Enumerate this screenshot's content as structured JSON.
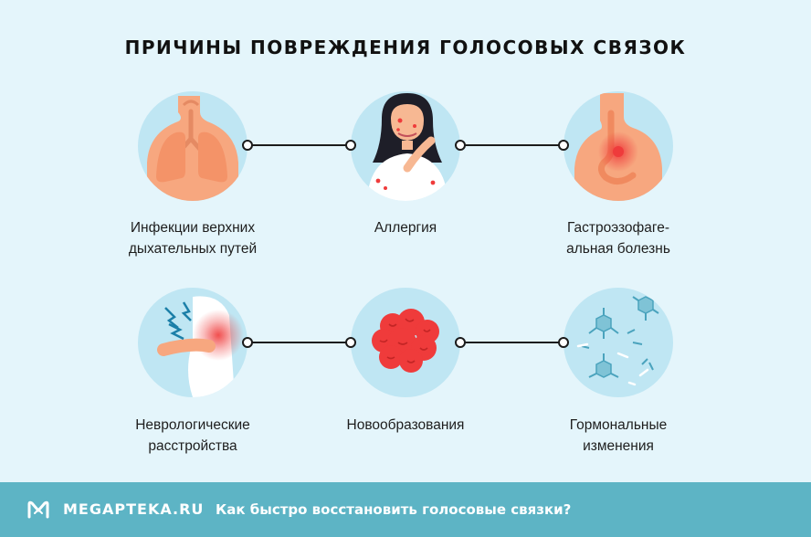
{
  "title": "ПРИЧИНЫ ПОВРЕЖДЕНИЯ ГОЛОСОВЫХ СВЯЗОК",
  "causes": [
    {
      "line1": "Инфекции верхних",
      "line2": "дыхательных путей",
      "icon": "lungs-icon"
    },
    {
      "line1": "Аллергия",
      "line2": "",
      "icon": "allergy-woman-icon"
    },
    {
      "line1": "Гастроэзофаге-",
      "line2": "альная болезнь",
      "icon": "stomach-reflux-icon"
    },
    {
      "line1": "Неврологические",
      "line2": "расстройства",
      "icon": "nerve-pain-icon"
    },
    {
      "line1": "Новообразования",
      "line2": "",
      "icon": "tumor-cells-icon"
    },
    {
      "line1": "Гормональные",
      "line2": "изменения",
      "icon": "hormone-cells-icon"
    }
  ],
  "footer": {
    "brand": "MEGAPTEKA.RU",
    "link": "Как быстро восстановить голосовые связки?"
  },
  "colors": {
    "background": "#e4f5fb",
    "circle": "#bfe6f3",
    "skin": "#f7a77f",
    "accent_red": "#ef3b3b",
    "footer": "#5db4c5"
  }
}
